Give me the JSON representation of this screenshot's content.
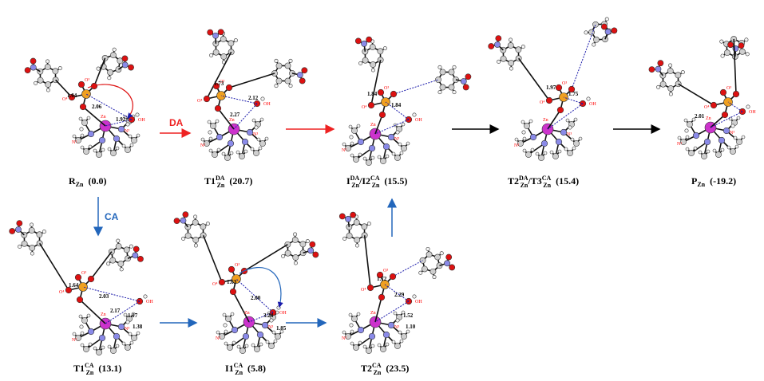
{
  "colors": {
    "carbon": "#cfcfcf",
    "hydrogen": "#f5f5f5",
    "oxygen": "#dd1111",
    "nitrogen": "#8a8ae8",
    "phosphorus": "#f0a020",
    "zinc": "#cc33cc",
    "da_arrow": "#ee2222",
    "ca_arrow": "#2266bb",
    "plain_arrow": "#000000",
    "bond_line": "#111111",
    "hbond_line": "#1a1aaa"
  },
  "pathways": {
    "da_label": "DA",
    "ca_label": "CA"
  },
  "structures": [
    {
      "id": "R",
      "name": "R",
      "sup": "",
      "sub": "Zn",
      "slash": "",
      "name2": "",
      "sup2": "",
      "energy": "(0.0)",
      "distances": [
        "1.64",
        "2.06",
        "1.92"
      ]
    },
    {
      "id": "T1DA",
      "name": "T1",
      "sup": "DA",
      "sub": "Zn",
      "slash": "",
      "name2": "",
      "sup2": "",
      "energy": "(20.7)",
      "distances": [
        "1.73",
        "2.12",
        "2.27"
      ]
    },
    {
      "id": "I1DA",
      "name": "I",
      "sup": "DA",
      "sub": "Zn",
      "slash": "/",
      "name2": "I2",
      "sup2": "CA",
      "energy": "(15.5)",
      "distances": [
        "1.84",
        "1.84"
      ]
    },
    {
      "id": "T2DA",
      "name": "T2",
      "sup": "DA",
      "sub": "Zn",
      "slash": "/",
      "name2": "T3",
      "sup2": "CA",
      "energy": "(15.4)",
      "distances": [
        "1.97",
        "1.75"
      ]
    },
    {
      "id": "P",
      "name": "P",
      "sup": "",
      "sub": "Zn",
      "slash": "",
      "name2": "",
      "sup2": "",
      "energy": "(-19.2)",
      "distances": [
        "2.01"
      ]
    },
    {
      "id": "T1CA",
      "name": "T1",
      "sup": "CA",
      "sub": "Zn",
      "slash": "",
      "name2": "",
      "sup2": "",
      "energy": "(13.1)",
      "distances": [
        "1.64",
        "2.03",
        "2.17",
        "1.17",
        "1.38"
      ]
    },
    {
      "id": "I1CA",
      "name": "I1",
      "sup": "CA",
      "sub": "Zn",
      "slash": "",
      "name2": "",
      "sup2": "",
      "energy": "(5.8)",
      "distances": [
        "1.63",
        "2.00",
        "3.24",
        "1.85"
      ]
    },
    {
      "id": "T2CA",
      "name": "T2",
      "sup": "CA",
      "sub": "Zn",
      "slash": "",
      "name2": "",
      "sup2": "",
      "energy": "(23.5)",
      "distances": [
        "1.72",
        "2.29",
        "1.52",
        "1.10"
      ]
    }
  ]
}
